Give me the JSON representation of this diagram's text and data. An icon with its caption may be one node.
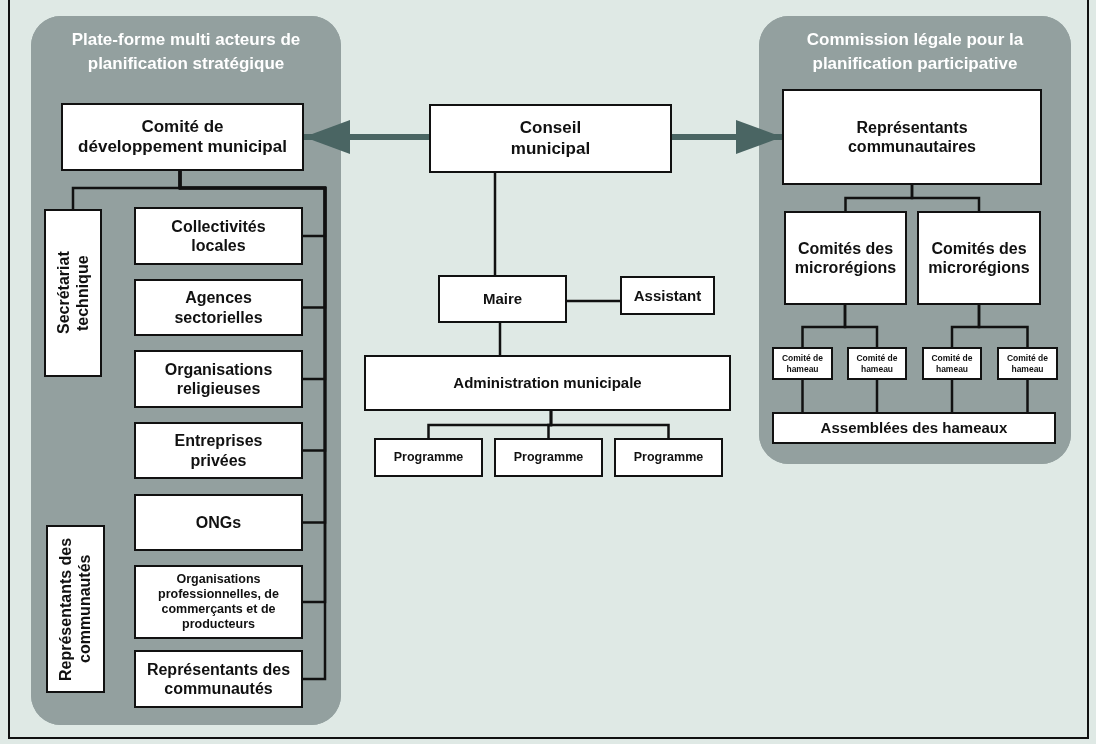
{
  "diagram": {
    "nodes": [
      {
        "text": [
          "Plate-forme multi acteurs de planification stratégique"
        ]
      },
      {
        "text": [
          "Comité de développement municipal"
        ],
        "in": 0
      },
      {
        "text": [
          "Secrétariat technique"
        ],
        "in": 0
      },
      {
        "text": [
          "Collectivités locales"
        ],
        "in": 0
      },
      {
        "text": [
          "Agences sectorielles"
        ],
        "in": 0
      },
      {
        "text": [
          "Organisations religieuses"
        ],
        "in": 0
      },
      {
        "text": [
          "Entreprises privées"
        ],
        "in": 0
      },
      {
        "text": [
          "ONGs"
        ],
        "in": 0
      },
      {
        "text": [
          "Organisations professionnelles, de commerçants et de producteurs"
        ],
        "in": 0
      },
      {
        "text": [
          "Représentants des communautés"
        ],
        "in": 0
      },
      {
        "text": [
          "Représentants des communautés"
        ],
        "in": 0
      },
      {
        "text": [
          "Conseil municipal"
        ]
      },
      {
        "text": [
          "Maire"
        ]
      },
      {
        "text": [
          "Assistant"
        ]
      },
      {
        "text": [
          "Administration municipale"
        ]
      },
      {
        "text": [
          "Programme"
        ]
      },
      {
        "text": [
          "Programme"
        ]
      },
      {
        "text": [
          "Programme"
        ]
      },
      {
        "text": [
          "Commission légale pour la planification participative"
        ]
      },
      {
        "text": [
          "Représentants communautaires"
        ],
        "in": 18
      },
      {
        "text": [
          "Comités des microrégions"
        ],
        "in": 18
      },
      {
        "text": [
          "Comités des microrégions"
        ],
        "in": 18
      },
      {
        "text": [
          "Comité de hameau"
        ],
        "in": 18
      },
      {
        "text": [
          "Comité de hameau"
        ],
        "in": 18
      },
      {
        "text": [
          "Comité de hameau"
        ],
        "in": 18
      },
      {
        "text": [
          "Comité de hameau"
        ],
        "in": 18
      },
      {
        "text": [
          "Assemblées des hameaux"
        ],
        "in": 18
      }
    ],
    "edges": [
      {
        "from": 11,
        "to": 1,
        "arrow": "to",
        "style": "thick",
        "color": "#4a6563"
      },
      {
        "from": 11,
        "to": 19,
        "arrow": "to",
        "style": "thick",
        "color": "#4a6563"
      },
      {
        "from": 1,
        "to": 2,
        "arrow": "none"
      },
      {
        "from": 1,
        "to": 3,
        "arrow": "none"
      },
      {
        "from": 1,
        "to": 4,
        "arrow": "none"
      },
      {
        "from": 1,
        "to": 5,
        "arrow": "none"
      },
      {
        "from": 1,
        "to": 6,
        "arrow": "none"
      },
      {
        "from": 1,
        "to": 7,
        "arrow": "none"
      },
      {
        "from": 1,
        "to": 8,
        "arrow": "none"
      },
      {
        "from": 1,
        "to": 9,
        "arrow": "none"
      },
      {
        "from": 11,
        "to": 12,
        "arrow": "none"
      },
      {
        "from": 12,
        "to": 13,
        "arrow": "none"
      },
      {
        "from": 12,
        "to": 14,
        "arrow": "none"
      },
      {
        "from": 14,
        "to": 15,
        "arrow": "none"
      },
      {
        "from": 14,
        "to": 16,
        "arrow": "none"
      },
      {
        "from": 14,
        "to": 17,
        "arrow": "none"
      },
      {
        "from": 19,
        "to": 20,
        "arrow": "none"
      },
      {
        "from": 19,
        "to": 21,
        "arrow": "none"
      },
      {
        "from": 20,
        "to": 22,
        "arrow": "none"
      },
      {
        "from": 20,
        "to": 23,
        "arrow": "none"
      },
      {
        "from": 21,
        "to": 24,
        "arrow": "none"
      },
      {
        "from": 21,
        "to": 25,
        "arrow": "none"
      },
      {
        "from": 22,
        "to": 26,
        "arrow": "none"
      },
      {
        "from": 23,
        "to": 26,
        "arrow": "none"
      },
      {
        "from": 24,
        "to": 26,
        "arrow": "none"
      },
      {
        "from": 25,
        "to": 26,
        "arrow": "none"
      }
    ]
  }
}
